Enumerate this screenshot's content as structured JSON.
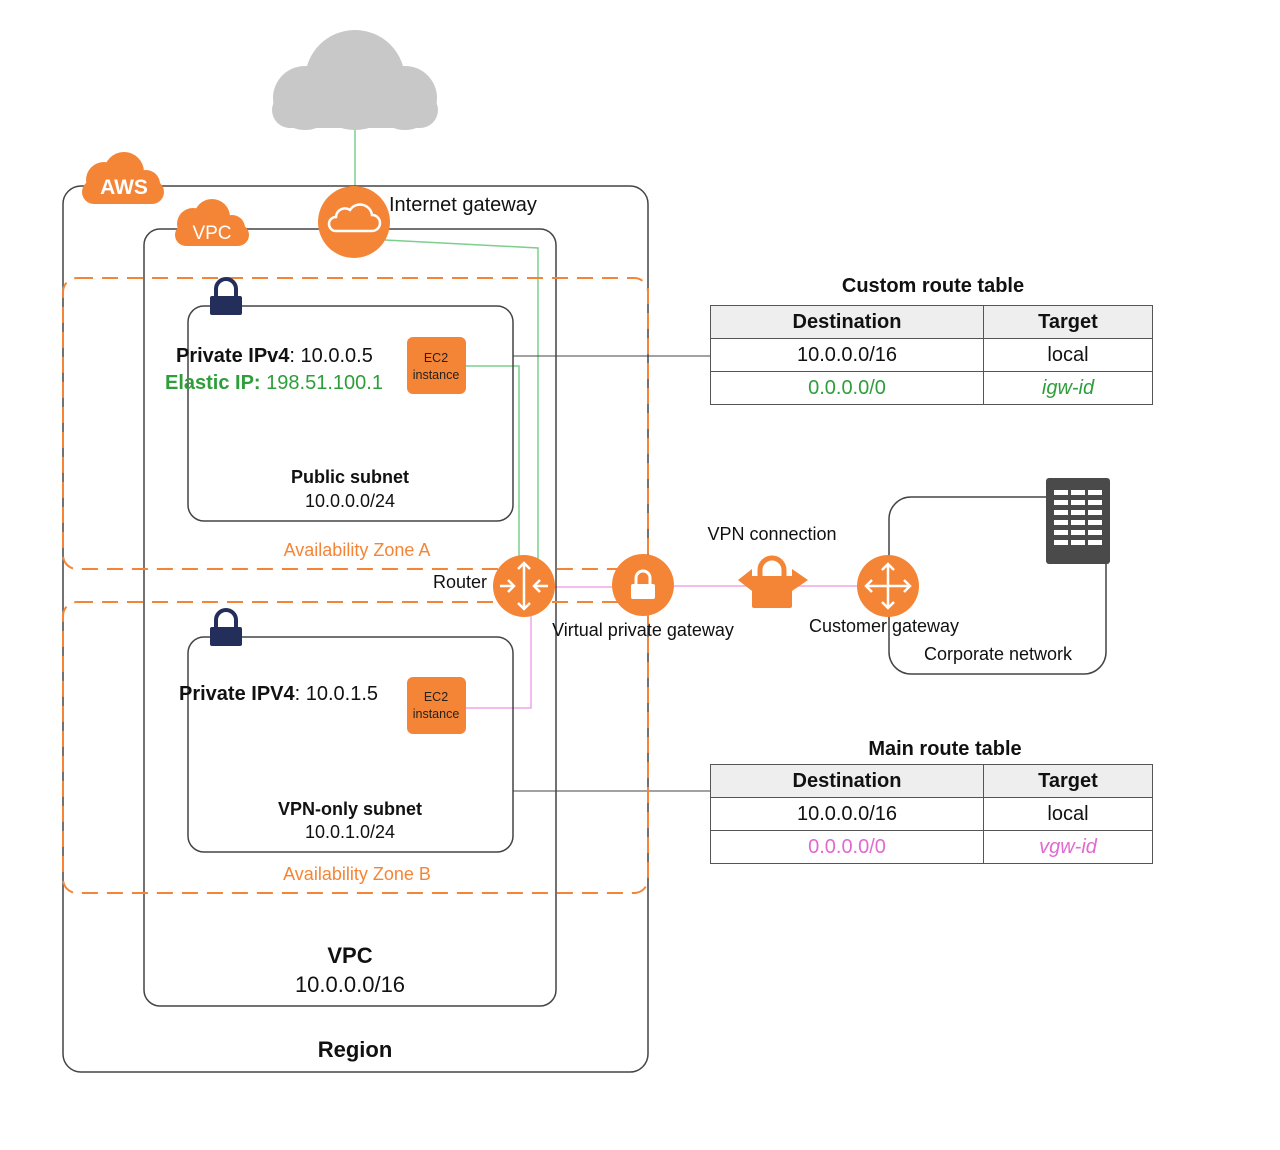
{
  "colors": {
    "orange": "#f58536",
    "cloud_gray": "#c8c8c8",
    "green_line": "#7ccf8e",
    "pink_line": "#f0a6e6",
    "green_text": "#2e9e3a",
    "pink_text": "#e06ad0",
    "dark_navy": "#232f5a",
    "server_gray": "#4a4a4a"
  },
  "badges": {
    "aws": "AWS",
    "vpc": "VPC"
  },
  "internet_gateway": {
    "label": "Internet gateway"
  },
  "subnet_a": {
    "private_ip_key": "Private IPv4",
    "private_ip_value": ": 10.0.0.5",
    "elastic_ip_key": "Elastic IP:",
    "elastic_ip_value": " 198.51.100.1",
    "instance_line1": "EC2",
    "instance_line2": "instance",
    "name": "Public subnet",
    "cidr": "10.0.0.0/24"
  },
  "subnet_b": {
    "private_ip_key": "Private IPV4",
    "private_ip_value": ": 10.0.1.5",
    "instance_line1": "EC2",
    "instance_line2": "instance",
    "name": "VPN-only subnet",
    "cidr": "10.0.1.0/24"
  },
  "zones": {
    "a": "Availability Zone A",
    "b": "Availability Zone B"
  },
  "router": {
    "label": "Router"
  },
  "vpg": {
    "label": "Virtual private gateway"
  },
  "vpn": {
    "label": "VPN connection"
  },
  "customer_gateway": {
    "label": "Customer gateway"
  },
  "corporate": {
    "label": "Corporate network"
  },
  "vpc": {
    "title": "VPC",
    "cidr": "10.0.0.0/16"
  },
  "region": {
    "title": "Region"
  },
  "custom_route_table": {
    "title": "Custom route table",
    "headers": [
      "Destination",
      "Target"
    ],
    "rows": [
      [
        "10.0.0.0/16",
        "local"
      ],
      [
        "0.0.0.0/0",
        "igw-id"
      ]
    ]
  },
  "main_route_table": {
    "title": "Main route table",
    "headers": [
      "Destination",
      "Target"
    ],
    "rows": [
      [
        "10.0.0.0/16",
        "local"
      ],
      [
        "0.0.0.0/0",
        "vgw-id"
      ]
    ]
  }
}
